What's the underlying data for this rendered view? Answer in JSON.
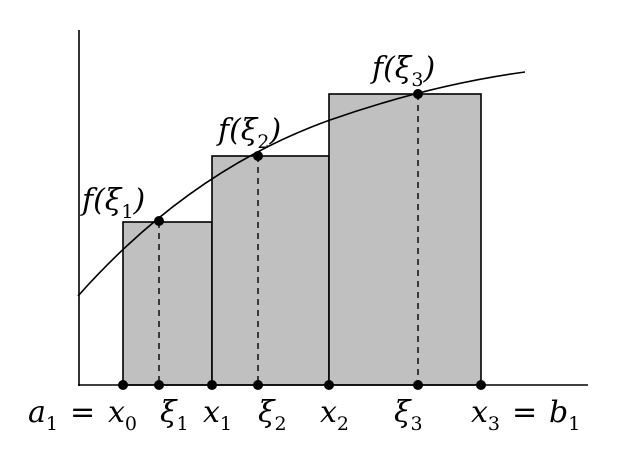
{
  "diagram": {
    "function_labels": [
      {
        "fn": "f(ξ",
        "sub": "1",
        "close": ")"
      },
      {
        "fn": "f(ξ",
        "sub": "2",
        "close": ")"
      },
      {
        "fn": "f(ξ",
        "sub": "3",
        "close": ")"
      }
    ],
    "axis_labels": {
      "a1": {
        "base": "a",
        "sub": "1"
      },
      "eq1": "=",
      "x0": {
        "base": "x",
        "sub": "0"
      },
      "xi1": {
        "base": "ξ",
        "sub": "1"
      },
      "x1": {
        "base": "x",
        "sub": "1"
      },
      "xi2": {
        "base": "ξ",
        "sub": "2"
      },
      "x2": {
        "base": "x",
        "sub": "2"
      },
      "xi3": {
        "base": "ξ",
        "sub": "3"
      },
      "x3": {
        "base": "x",
        "sub": "3"
      },
      "eq2": "=",
      "b1": {
        "base": "b",
        "sub": "1"
      }
    },
    "colors": {
      "bar_fill": "#c0c0c0",
      "stroke": "#000000"
    }
  }
}
